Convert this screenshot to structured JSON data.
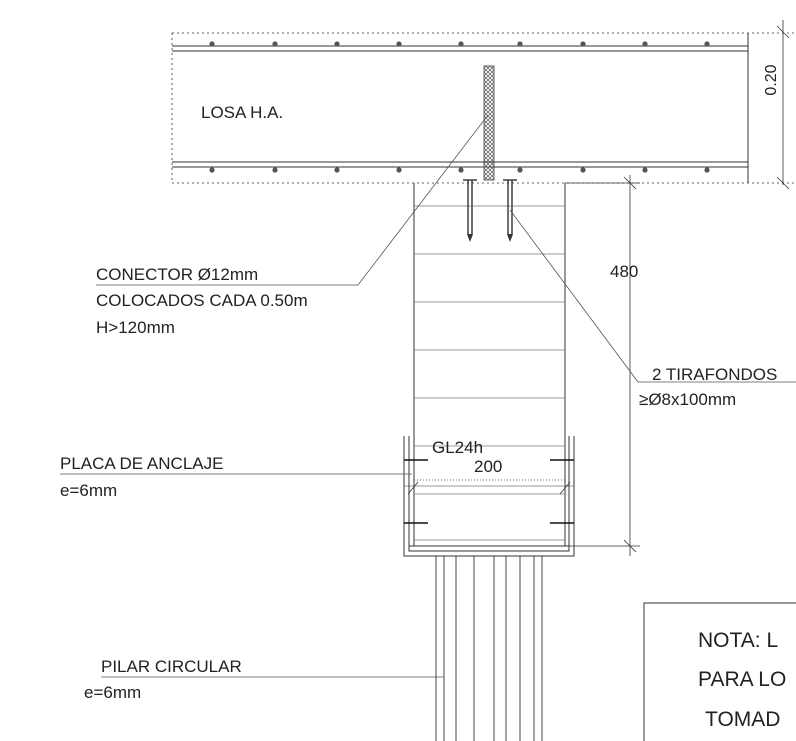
{
  "drawing": {
    "slab": {
      "label": "LOSA H.A.",
      "thickness": "0.20"
    },
    "connector": {
      "line1": "CONECTOR Ø12mm",
      "line2": "COLOCADOS CADA 0.50m",
      "line3": "H>120mm"
    },
    "beam": {
      "depth": "480",
      "width": "200",
      "material": "GL24h"
    },
    "screws": {
      "line1": "2 TIRAFONDOS",
      "line2": "≥Ø8x100mm"
    },
    "anchor_plate": {
      "line1": "PLACA DE ANCLAJE",
      "line2": "e=6mm"
    },
    "column": {
      "line1": "PILAR CIRCULAR",
      "line2": "e=6mm"
    },
    "note": {
      "line1": "NOTA: L",
      "line2": "PARA LO",
      "line3": "TOMAD"
    }
  }
}
